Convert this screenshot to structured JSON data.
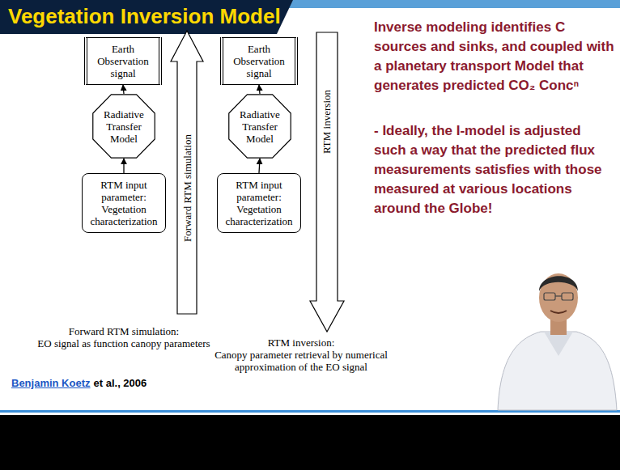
{
  "diagram": {
    "title": "Vegetation Inversion Model",
    "nodes": [
      {
        "text": [
          "Earth Observation signal"
        ]
      },
      {
        "text": [
          "Radiative Transfer Model"
        ]
      },
      {
        "text": [
          "RTM input parameter: Vegetation characterization"
        ]
      },
      {
        "text": [
          "Earth Observation signal"
        ]
      },
      {
        "text": [
          "Radiative Transfer Model"
        ]
      },
      {
        "text": [
          "RTM input parameter: Vegetation characterization"
        ]
      }
    ],
    "edges": [
      {
        "from": 1,
        "to": 0,
        "arrow": "to"
      },
      {
        "from": 2,
        "to": 1,
        "arrow": "to"
      },
      {
        "from": 4,
        "to": 3,
        "arrow": "to"
      },
      {
        "from": 5,
        "to": 4,
        "arrow": "to"
      }
    ],
    "labels": [
      "Forward RTM simulation",
      "RTM inversion",
      "Forward RTM simulation:",
      "EO signal as function canopy parameters",
      "RTM inversion:",
      "Canopy parameter retrieval by numerical",
      "approximation of the EO signal",
      "Benjamin Koetz",
      "et al., 2006",
      "Inverse modeling identifies C sources and sinks, and coupled with a planetary transport Model that generates predicted CO₂ Concⁿ",
      "- Ideally, the I-model is adjusted such a way that the predicted flux measurements satisfies with those measured at various locations around the Globe!"
    ]
  }
}
